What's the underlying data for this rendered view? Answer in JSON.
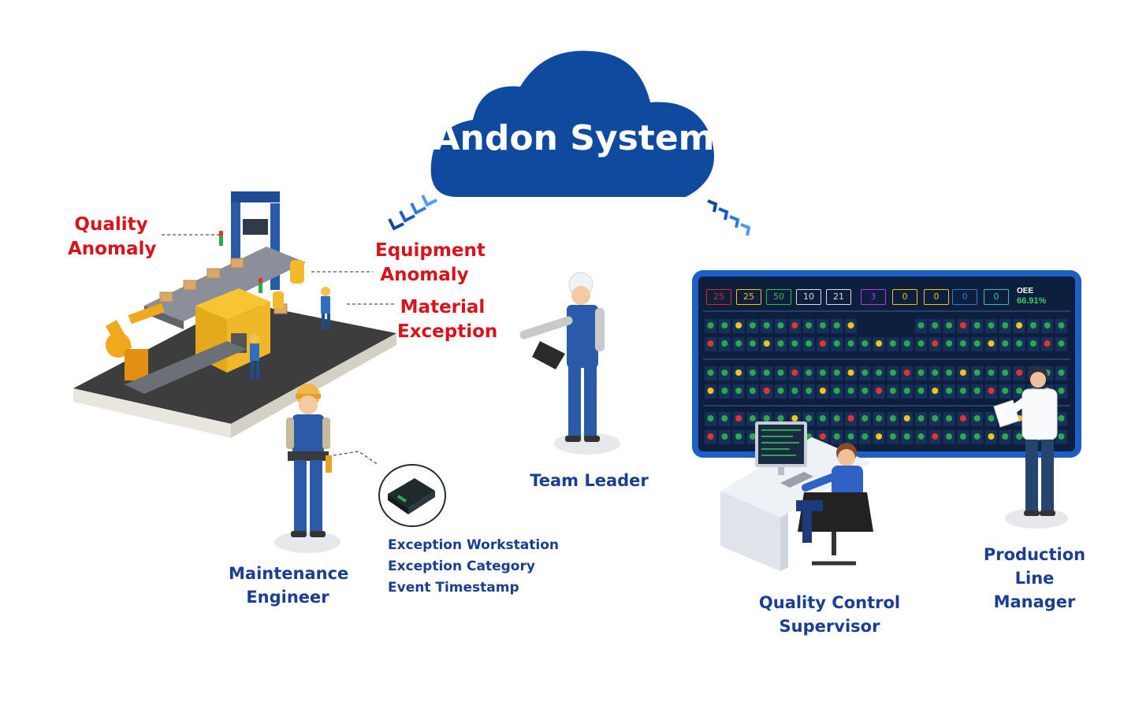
{
  "title": "Andon System",
  "anomaly_labels": {
    "quality": [
      "Quality",
      "Anomaly"
    ],
    "equipment": [
      "Equipment",
      "Anomaly"
    ],
    "material": [
      "Material",
      "Exception"
    ]
  },
  "roles": {
    "maintenance": [
      "Maintenance",
      "Engineer"
    ],
    "team_leader": "Team Leader",
    "qc_supervisor": [
      "Quality Control",
      "Supervisor"
    ],
    "line_manager": [
      "Production Line",
      "Manager"
    ]
  },
  "device_info": [
    "Exception Workstation",
    "Exception Category",
    "Event Timestamp"
  ],
  "dashboard": {
    "kpis": [
      {
        "value": "25",
        "color": "#e02424"
      },
      {
        "value": "25",
        "color": "#f0c419"
      },
      {
        "value": "50",
        "color": "#2bc24b"
      },
      {
        "value": "10",
        "color": "#d8dde6"
      },
      {
        "value": "21",
        "color": "#d8dde6"
      },
      {
        "value": "3",
        "color": "#b33be0"
      },
      {
        "value": "0",
        "color": "#f0c419"
      },
      {
        "value": "0",
        "color": "#f0c419"
      },
      {
        "value": "0",
        "color": "#2f7de0"
      },
      {
        "value": "0",
        "color": "#27c7b8"
      }
    ],
    "oee_label": "OEE",
    "oee_value": "66.91%"
  },
  "colors": {
    "brand_blue": "#0f4a9e",
    "label_blue": "#1a3f8f",
    "alert_red": "#d9131b"
  }
}
